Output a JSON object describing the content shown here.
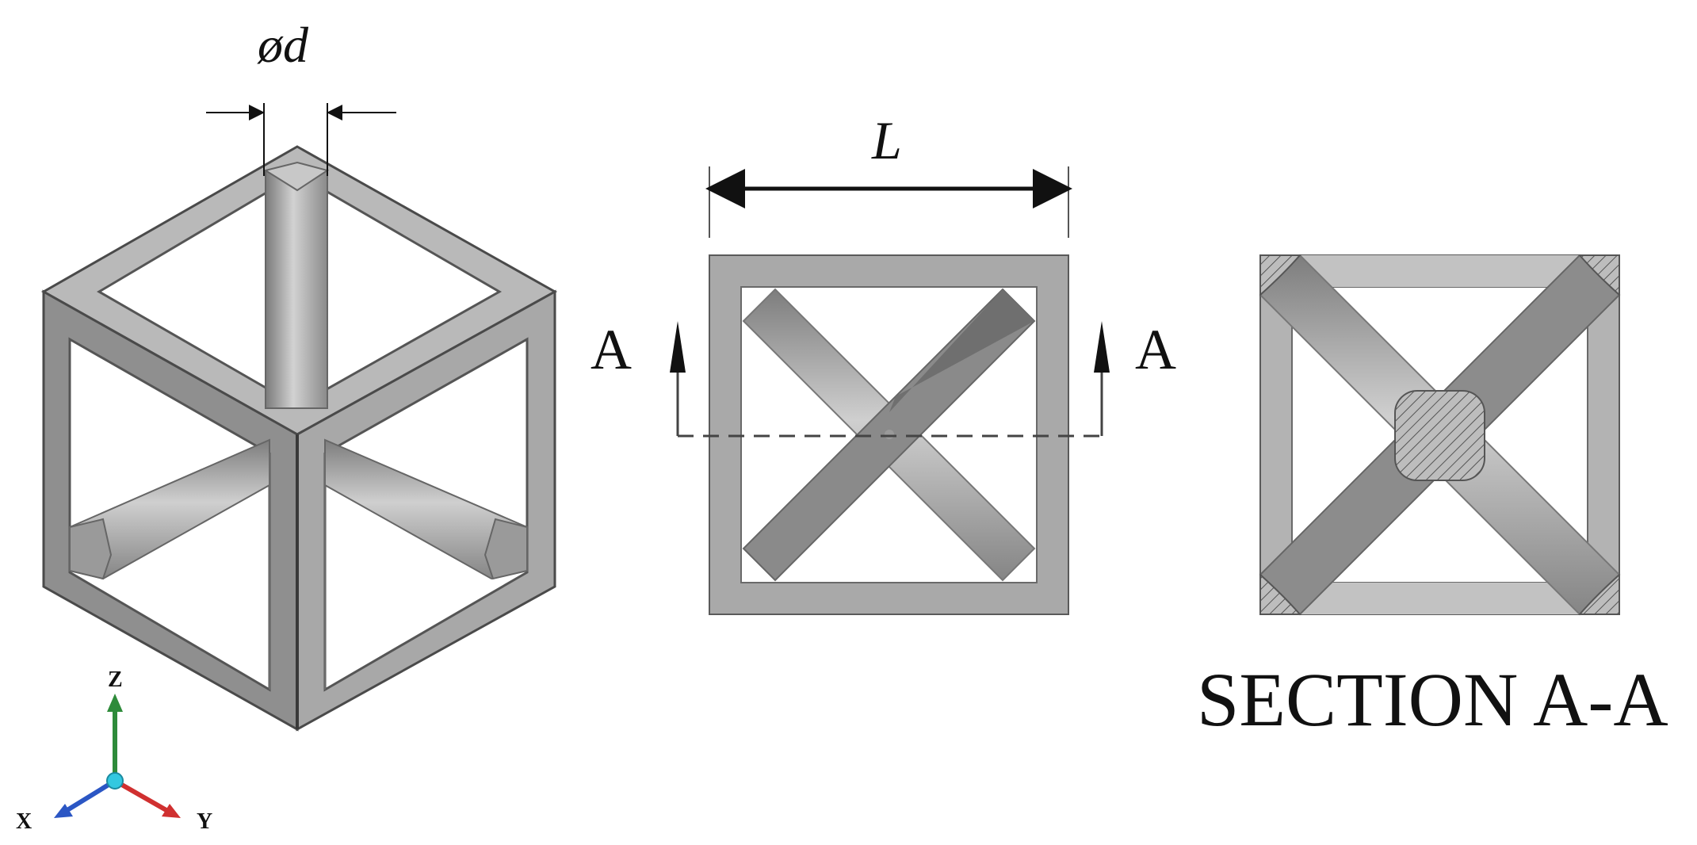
{
  "labels": {
    "diameter": "ød",
    "length": "L",
    "section_marker_left": "A",
    "section_marker_right": "A",
    "section_title": "SECTION A-A"
  },
  "axes": {
    "z": "Z",
    "x": "X",
    "y": "Y"
  },
  "colors": {
    "face_light": "#b8b8b8",
    "face_mid": "#9a9a9a",
    "face_dark": "#6e6e6e",
    "outline": "#4a4a4a",
    "axis_z": "#2e8b3a",
    "axis_x": "#2b56c4",
    "axis_y": "#d03030",
    "axis_origin": "#33c8e0"
  },
  "icons": {
    "axis_triad": "xyz-triad-icon",
    "section_arrow": "section-arrow-icon",
    "hatch": "cross-section-hatch"
  }
}
